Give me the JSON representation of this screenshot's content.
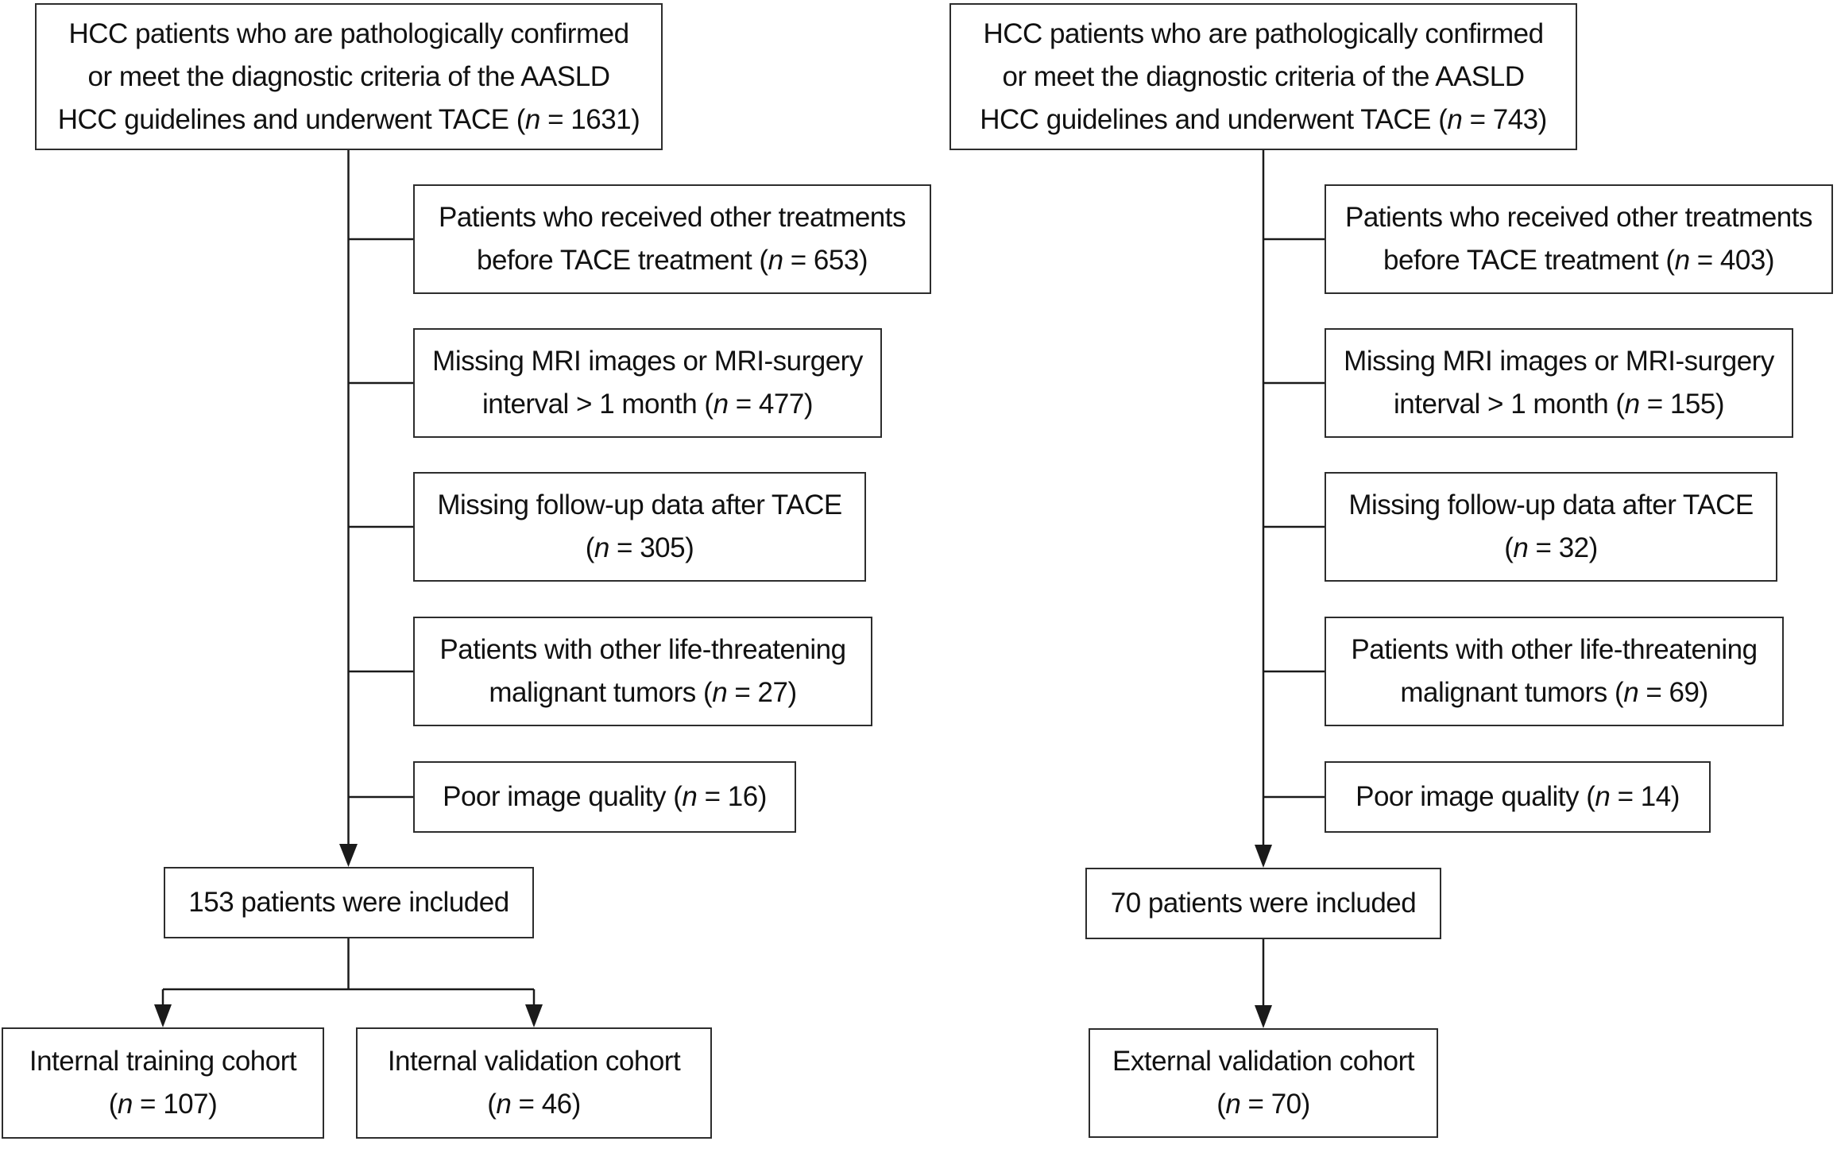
{
  "figure": {
    "type": "patient-selection-flowchart",
    "n_format": {
      "open": "(",
      "var": "n",
      "eq": "=",
      "close": ")"
    },
    "line_color": "#1a1a1a",
    "boxes": [
      {
        "id": "l-top",
        "lines": [
          "HCC patients who are pathologically confirmed",
          "or meet the diagnostic criteria of the AASLD",
          "HCC guidelines and underwent TACE"
        ],
        "n": "1631",
        "n_placement": "inline"
      },
      {
        "id": "l-ex1",
        "lines": [
          "Patients who received other treatments",
          "before TACE treatment"
        ],
        "n": "653",
        "n_placement": "inline"
      },
      {
        "id": "l-ex2",
        "lines": [
          "Missing MRI images or MRI-surgery",
          "interval > 1 month"
        ],
        "n": "477",
        "n_placement": "inline"
      },
      {
        "id": "l-ex3",
        "lines": [
          "Missing follow-up data after TACE"
        ],
        "n": "305",
        "n_placement": "own-line"
      },
      {
        "id": "l-ex4",
        "lines": [
          "Patients with other life-threatening",
          "malignant tumors"
        ],
        "n": "27",
        "n_placement": "inline"
      },
      {
        "id": "l-ex5",
        "lines": [
          "Poor image quality"
        ],
        "n": "16",
        "n_placement": "inline"
      },
      {
        "id": "l-inc",
        "lines": [
          "153 patients were included"
        ]
      },
      {
        "id": "l-coh1",
        "lines": [
          "Internal training cohort"
        ],
        "n": "107",
        "n_placement": "own-line"
      },
      {
        "id": "l-coh2",
        "lines": [
          "Internal validation cohort"
        ],
        "n": "46",
        "n_placement": "own-line"
      },
      {
        "id": "r-top",
        "lines": [
          "HCC patients who are pathologically confirmed",
          "or meet the diagnostic criteria of the AASLD",
          "HCC guidelines and underwent TACE"
        ],
        "n": "743",
        "n_placement": "inline"
      },
      {
        "id": "r-ex1",
        "lines": [
          "Patients who received other treatments",
          "before TACE treatment"
        ],
        "n": "403",
        "n_placement": "inline"
      },
      {
        "id": "r-ex2",
        "lines": [
          "Missing MRI images or MRI-surgery",
          "interval > 1 month"
        ],
        "n": "155",
        "n_placement": "inline"
      },
      {
        "id": "r-ex3",
        "lines": [
          "Missing follow-up data after TACE"
        ],
        "n": "32",
        "n_placement": "own-line"
      },
      {
        "id": "r-ex4",
        "lines": [
          "Patients with other life-threatening",
          "malignant tumors"
        ],
        "n": "69",
        "n_placement": "inline"
      },
      {
        "id": "r-ex5",
        "lines": [
          "Poor image quality"
        ],
        "n": "14",
        "n_placement": "inline"
      },
      {
        "id": "r-inc",
        "lines": [
          "70 patients were included"
        ]
      },
      {
        "id": "r-coh",
        "lines": [
          "External validation cohort"
        ],
        "n": "70",
        "n_placement": "own-line"
      }
    ]
  }
}
